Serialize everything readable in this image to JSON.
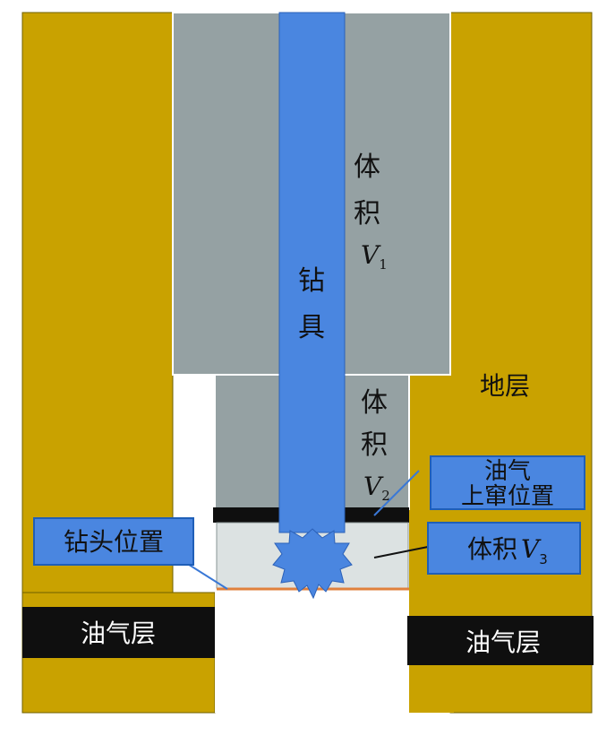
{
  "colors": {
    "stratum": "#C9A200",
    "wellbore": "#95A1A3",
    "drill": "#4A86E0",
    "reservoir": "#0F0F0F",
    "callout_fill": "#4A86E0",
    "callout_border": "#1F5FB8",
    "bottom_zone": "#DCE2E2",
    "text_dark": "#111111",
    "text_light": "#FFFFFF"
  },
  "labels": {
    "volume_v1": {
      "char1": "体",
      "char2": "积",
      "var": "V",
      "sub": "1"
    },
    "volume_v2": {
      "char1": "体",
      "char2": "积",
      "var": "V",
      "sub": "2"
    },
    "drill_tool": {
      "char1": "钻",
      "char2": "具"
    },
    "stratum": "地层",
    "oil_gas_window": {
      "line1": "油气",
      "line2": "上窜位置"
    },
    "volume_v3": {
      "text": "体积",
      "var": "V",
      "sub": "3"
    },
    "bit_position": "钻头位置",
    "reservoir_left": "油气层",
    "reservoir_right": "油气层"
  }
}
